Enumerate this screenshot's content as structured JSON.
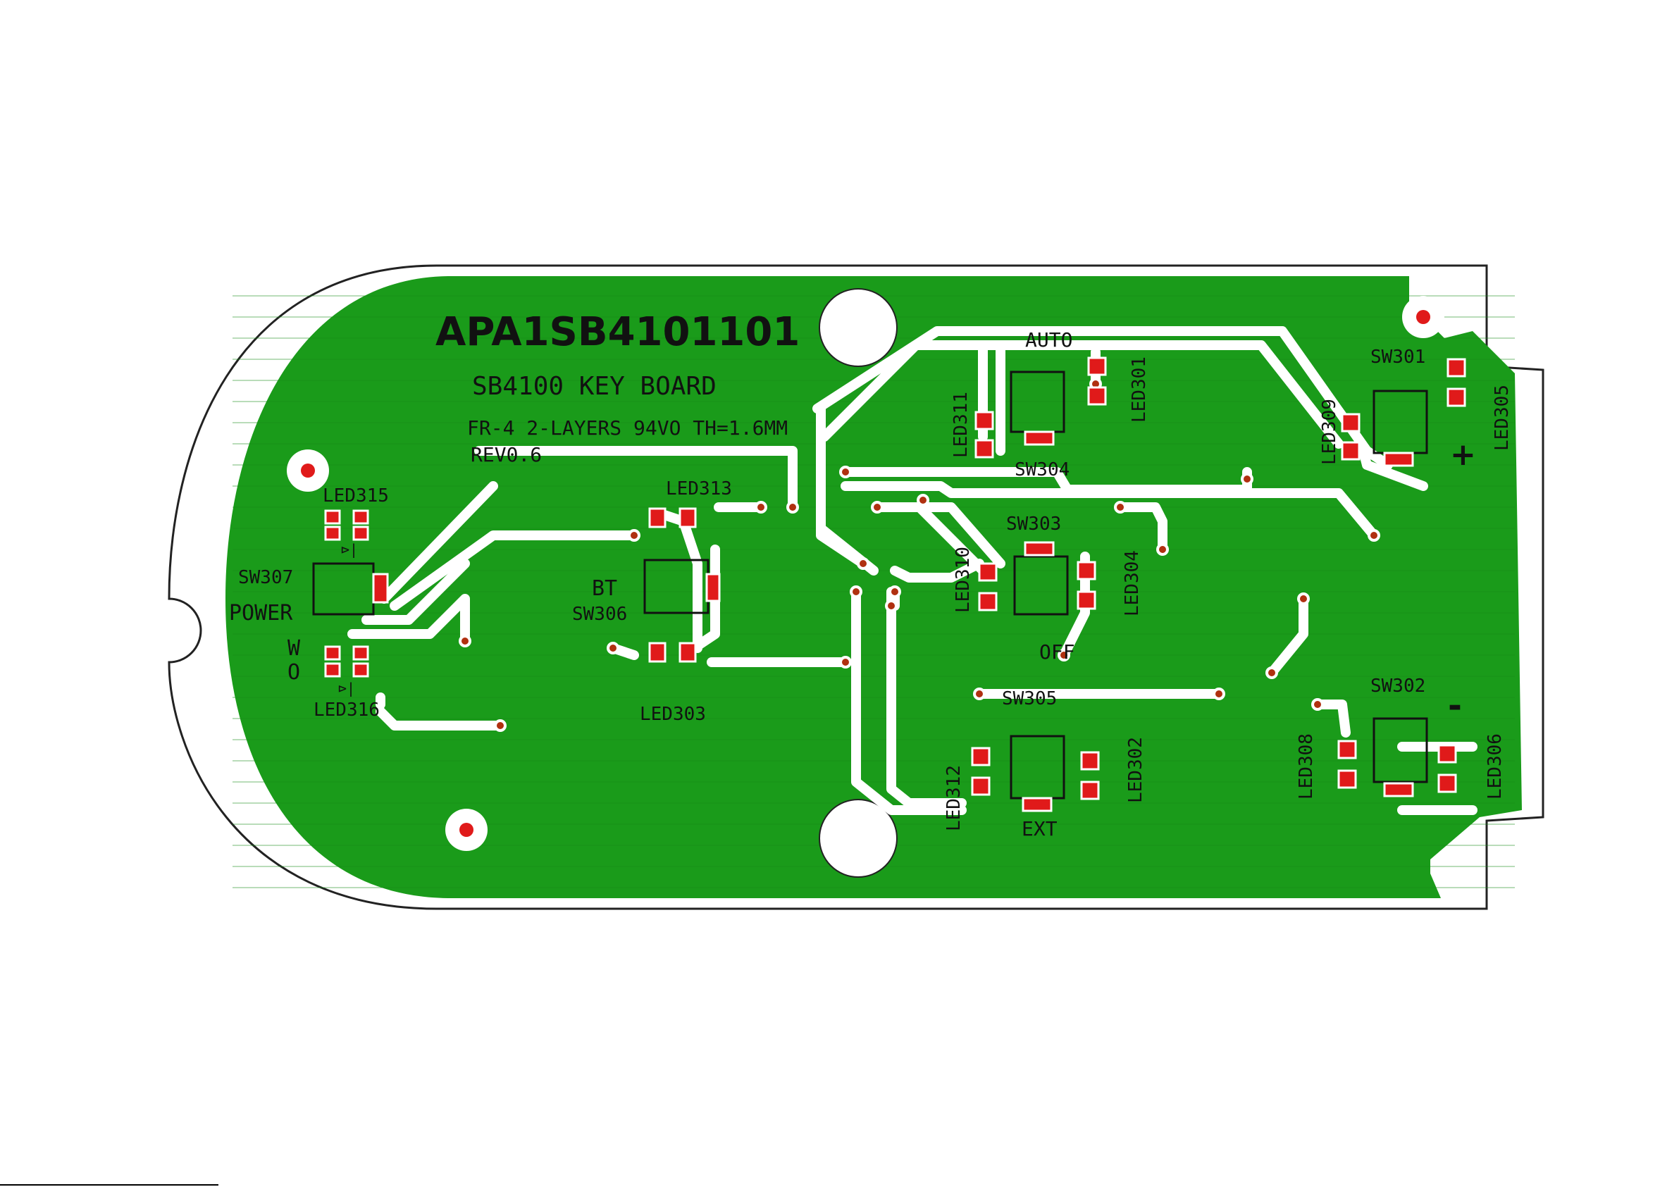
{
  "board": {
    "part_number": "APA1SB4101101",
    "name": "SB4100 KEY BOARD",
    "spec": "FR-4 2-LAYERS 94VO TH=1.6MM",
    "revision": "REV0.6"
  },
  "colors": {
    "copper_fill": "#1a9b1a",
    "trace": "#ffffff",
    "pad": "#e01a1a",
    "via": "#b03010",
    "silkscreen": "#111111",
    "outline": "#222222"
  },
  "labels": {
    "led315": "LED315",
    "led316": "LED316",
    "sw307": "SW307",
    "power": "POWER",
    "w": "W",
    "o": "O",
    "led313": "LED313",
    "bt": "BT",
    "sw306": "SW306",
    "led303": "LED303",
    "auto": "AUTO",
    "led311": "LED311",
    "led301": "LED301",
    "sw304": "SW304",
    "sw303": "SW303",
    "led310": "LED310",
    "led304": "LED304",
    "off": "OFF",
    "sw305": "SW305",
    "led312": "LED312",
    "led302": "LED302",
    "ext": "EXT",
    "sw301": "SW301",
    "led309": "LED309",
    "led305": "LED305",
    "plus": "+",
    "sw302": "SW302",
    "led308": "LED308",
    "led306": "LED306",
    "minus": "-"
  }
}
